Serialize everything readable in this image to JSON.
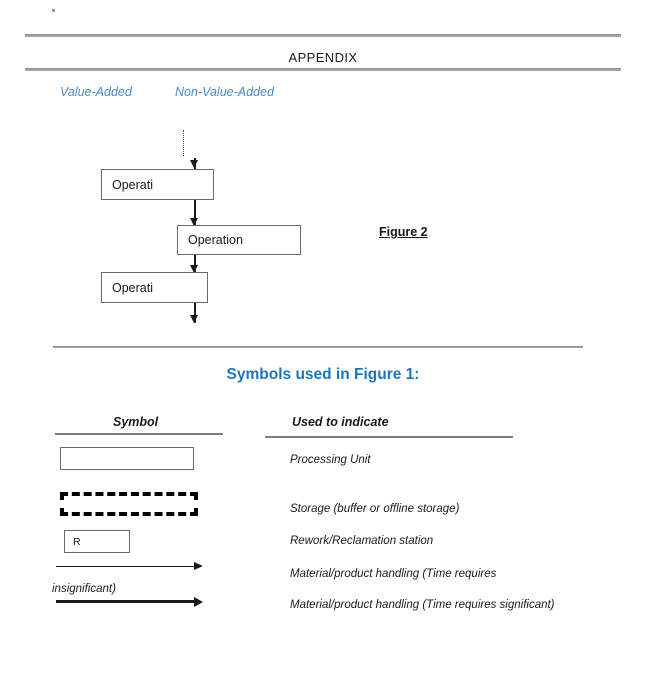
{
  "document": {
    "appendix_title": "APPENDIX",
    "artifact_mark": "."
  },
  "flow_section": {
    "column_captions": {
      "value_added": "Value-Added",
      "non_value_added": "Non-Value-Added"
    },
    "boxes": [
      {
        "label": "Operati"
      },
      {
        "label": "Operation"
      },
      {
        "label": "Operati"
      }
    ],
    "figure_label": "Figure 2"
  },
  "symbols_section": {
    "heading": "Symbols used in Figure 1:",
    "columns": {
      "symbol": "Symbol",
      "used_to_indicate": "Used to indicate"
    },
    "rows": [
      {
        "symbol_kind": "plain-rectangle",
        "symbol_text": "",
        "description": "Processing Unit"
      },
      {
        "symbol_kind": "dashed-rectangle",
        "symbol_text": "",
        "description": "Storage (buffer or offline storage)"
      },
      {
        "symbol_kind": "rectangle-with-letter",
        "symbol_text": "R",
        "description": "Rework/Reclamation station"
      },
      {
        "symbol_kind": "thin-arrow",
        "symbol_text": "",
        "description": "Material/product handling (Time requires"
      },
      {
        "symbol_kind": "thick-arrow",
        "symbol_text": "",
        "description": "Material/product handling (Time requires significant)"
      }
    ],
    "wrapped_continuation": "insignificant)"
  },
  "colors": {
    "caption_blue": "#4a89c7",
    "heading_blue": "#1d76bb",
    "rule_gray": "#a6a6a6",
    "box_border": "#6b6b6b",
    "ink": "#1a1a1a"
  }
}
